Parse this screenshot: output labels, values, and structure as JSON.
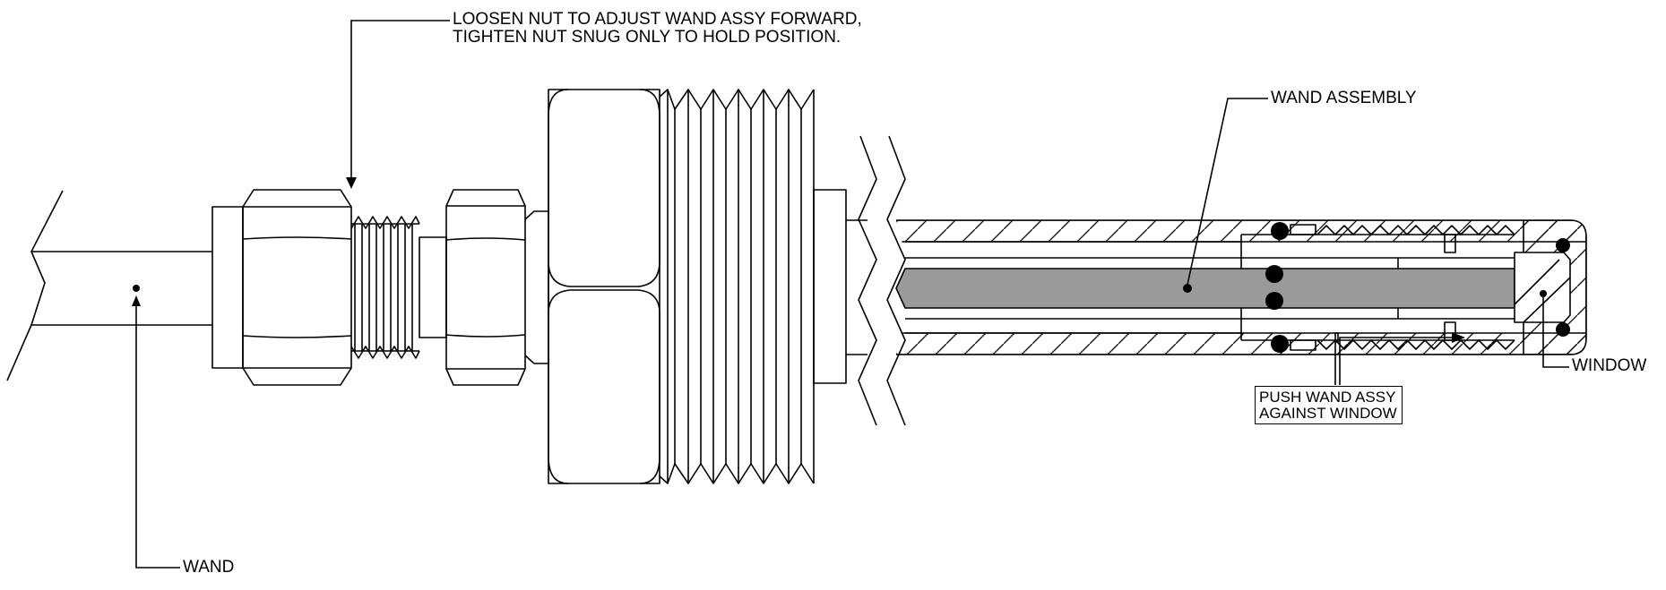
{
  "labels": {
    "loosen_nut": "LOOSEN NUT TO ADJUST WAND ASSY FORWARD,",
    "tighten_nut": "TIGHTEN NUT SNUG ONLY TO HOLD POSITION.",
    "wand_assembly": "WAND ASSEMBLY",
    "window": "WINDOW",
    "push_wand_line1": "PUSH WAND ASSY",
    "push_wand_line2": "AGAINST WINDOW",
    "wand": "WAND"
  },
  "colors": {
    "line": "#000000",
    "wand_fill": "#9a9a9a",
    "background": "#ffffff"
  }
}
